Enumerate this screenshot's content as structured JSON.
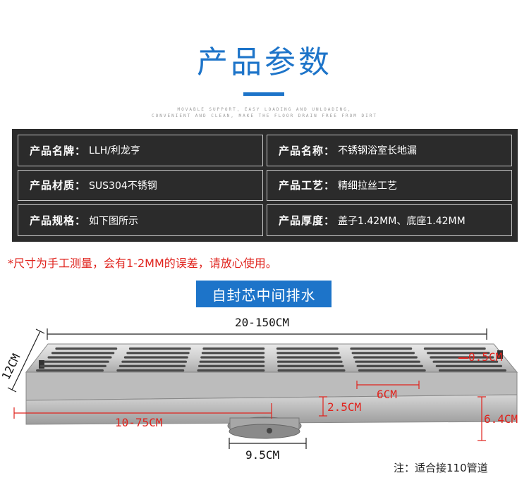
{
  "header": {
    "title": "产品参数",
    "sub_line_1": "MOVABLE SUPPORT, EASY LOADING AND UNLOADING,",
    "sub_line_2": "CONVENIENT AND CLEAN, MAKE THE FLOOR DRAIN FREE FROM DIRT"
  },
  "specs": [
    {
      "key": "产品名牌：",
      "value": "LLH/利龙亨"
    },
    {
      "key": "产品名称：",
      "value": "不锈钢浴室长地漏"
    },
    {
      "key": "产品材质：",
      "value": "SUS304不锈钢"
    },
    {
      "key": "产品工艺：",
      "value": "精细拉丝工艺"
    },
    {
      "key": "产品规格：",
      "value": "如下图所示"
    },
    {
      "key": "产品厚度：",
      "value": "盖子1.42MM、底座1.42MM"
    }
  ],
  "note": "*尺寸为手工测量，会有1-2MM的误差，请放心使用。",
  "badge": "自封芯中间排水",
  "dimensions": {
    "length": "20-150CM",
    "width": "12CM",
    "offset": "10-75CM",
    "thickness": "0.5CM",
    "slot": "6CM",
    "cover_height": "2.5CM",
    "total_height": "6.4CM",
    "outlet": "9.5CM"
  },
  "footnote": "注：适合接110管道",
  "colors": {
    "brand_blue": "#1d74c9",
    "note_red": "#e0231d",
    "table_bg": "#2b2b2b"
  }
}
